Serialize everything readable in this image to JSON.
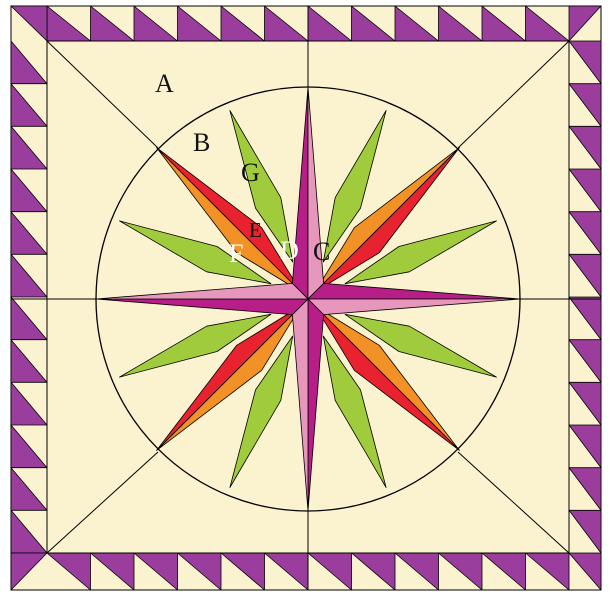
{
  "labels": {
    "a": "A",
    "b": "B",
    "c": "C",
    "d": "D",
    "e": "E",
    "f": "F",
    "g": "G"
  },
  "colors": {
    "background": "#FBF3D0",
    "border_purple": "#9B3D9C",
    "magenta": "#B81E87",
    "pink": "#E897BC",
    "green": "#A0CB3C",
    "orange": "#F29125",
    "red": "#E8222E",
    "line": "#000000",
    "label_dark": "#111111",
    "label_light": "#ffffff"
  },
  "border": {
    "triangles_top": 12,
    "triangles_bottom": 12,
    "triangles_left": 12,
    "triangles_right": 12
  }
}
